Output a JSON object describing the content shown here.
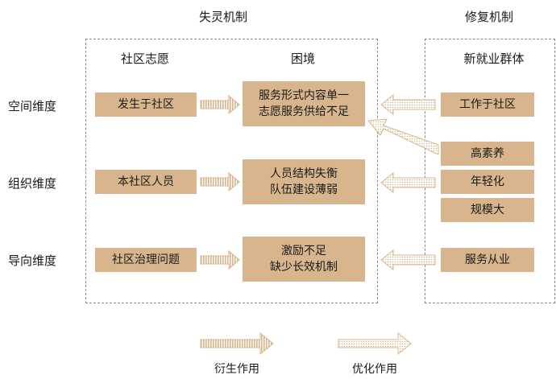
{
  "titles": {
    "left": "失灵机制",
    "right": "修复机制"
  },
  "rows": [
    "空间维度",
    "组织维度",
    "导向维度"
  ],
  "columns": {
    "volunteer": "社区志愿",
    "dilemma": "困境",
    "group": "新就业群体"
  },
  "volunteer_boxes": [
    "发生于社区",
    "本社区人员",
    "社区治理问题"
  ],
  "dilemma_boxes": [
    [
      "服务形式内容单一",
      "志愿服务供给不足"
    ],
    [
      "人员结构失衡",
      "队伍建设薄弱"
    ],
    [
      "激励不足",
      "缺少长效机制"
    ]
  ],
  "group_boxes": [
    "工作于社区",
    "高素养",
    "年轻化",
    "规模大",
    "服务从业"
  ],
  "legend": {
    "derive": "衍生作用",
    "optimize": "优化作用"
  },
  "colors": {
    "box_fill": "#d8b58c",
    "arrow_fill": "#d8b58c",
    "panel_border": "#8a8a8a"
  }
}
